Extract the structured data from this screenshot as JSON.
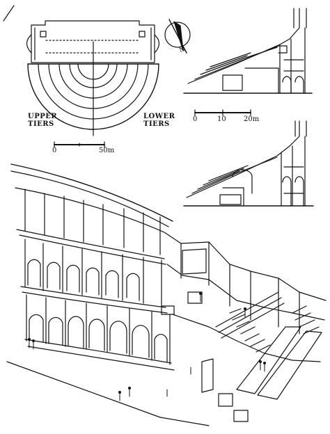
{
  "plan": {
    "label_upper": [
      "UPPER",
      "TIERS"
    ],
    "label_lower": [
      "LOWER",
      "TIERS"
    ],
    "scale": {
      "start": "0",
      "end": "50m"
    }
  },
  "compass": {
    "north": "N"
  },
  "sections": {
    "scale": {
      "start": "0",
      "mid": "10",
      "end": "20m"
    }
  }
}
